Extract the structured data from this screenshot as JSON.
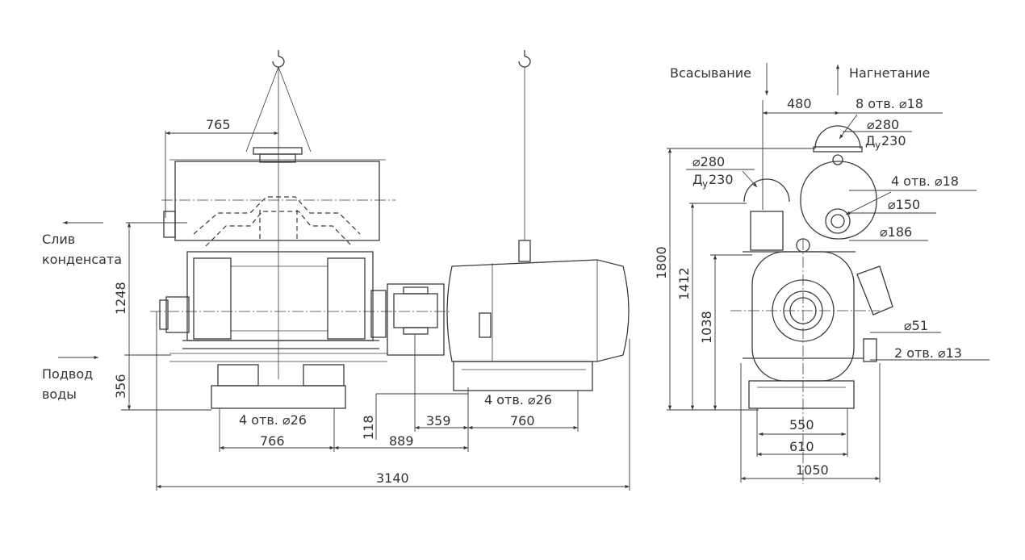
{
  "labels": {
    "drain_line1": "Слив",
    "drain_line2": "конденсата",
    "water_line1": "Подвод",
    "water_line2": "воды",
    "suction": "Всасывание",
    "discharge": "Нагнетание"
  },
  "dimensions": {
    "d765": "765",
    "d1248": "1248",
    "d356": "356",
    "d118": "118",
    "d359": "359",
    "d760": "760",
    "d889": "889",
    "d766": "766",
    "d3140": "3140",
    "holes_left": "4 отв. ⌀26",
    "holes_right": "4 отв. ⌀26",
    "d480": "480",
    "holes_8": "8 отв. ⌀18",
    "d280_top": "⌀280",
    "dy230_top": "Д",
    "dy230_top_num": "230",
    "d280_left": "⌀280",
    "dy230_left": "Д",
    "dy230_left_num": "230",
    "holes_4_18": "4 отв. ⌀18",
    "d150": "⌀150",
    "d186": "⌀186",
    "d1800": "1800",
    "d1412": "1412",
    "d1038": "1038",
    "d51": "⌀51",
    "holes_2_13": "2 отв. ⌀13",
    "d550": "550",
    "d610": "610",
    "d1050": "1050",
    "sub_y": "у"
  }
}
